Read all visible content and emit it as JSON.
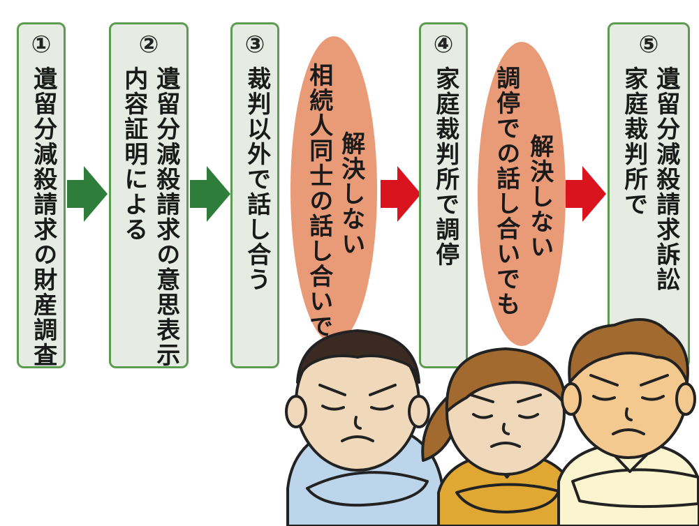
{
  "colors": {
    "box_fill": "#e6ece3",
    "box_border": "#5c9c50",
    "oval_fill": "#e99a77",
    "arrow_green": "#2e7d3a",
    "arrow_red": "#d9141e"
  },
  "steps": [
    {
      "number": "①",
      "lines": [
        "遺留分減殺請求の財産調査"
      ]
    },
    {
      "number": "②",
      "lines": [
        "遺留分減殺請求の意思表示",
        "内容証明による"
      ]
    },
    {
      "number": "③",
      "lines": [
        "裁判以外で話し合う"
      ]
    },
    {
      "number": "④",
      "lines": [
        "家庭裁判所で調停"
      ]
    },
    {
      "number": "⑤",
      "lines": [
        "遺留分減殺請求訴訟",
        "家庭裁判所で"
      ]
    }
  ],
  "conditions": [
    {
      "lines": [
        "相続人同士の話し合いで",
        "解決しない"
      ]
    },
    {
      "lines": [
        "調停での話し合いでも",
        "解決しない"
      ]
    }
  ],
  "illustration": {
    "icon": "three-arguing-people-icon"
  }
}
